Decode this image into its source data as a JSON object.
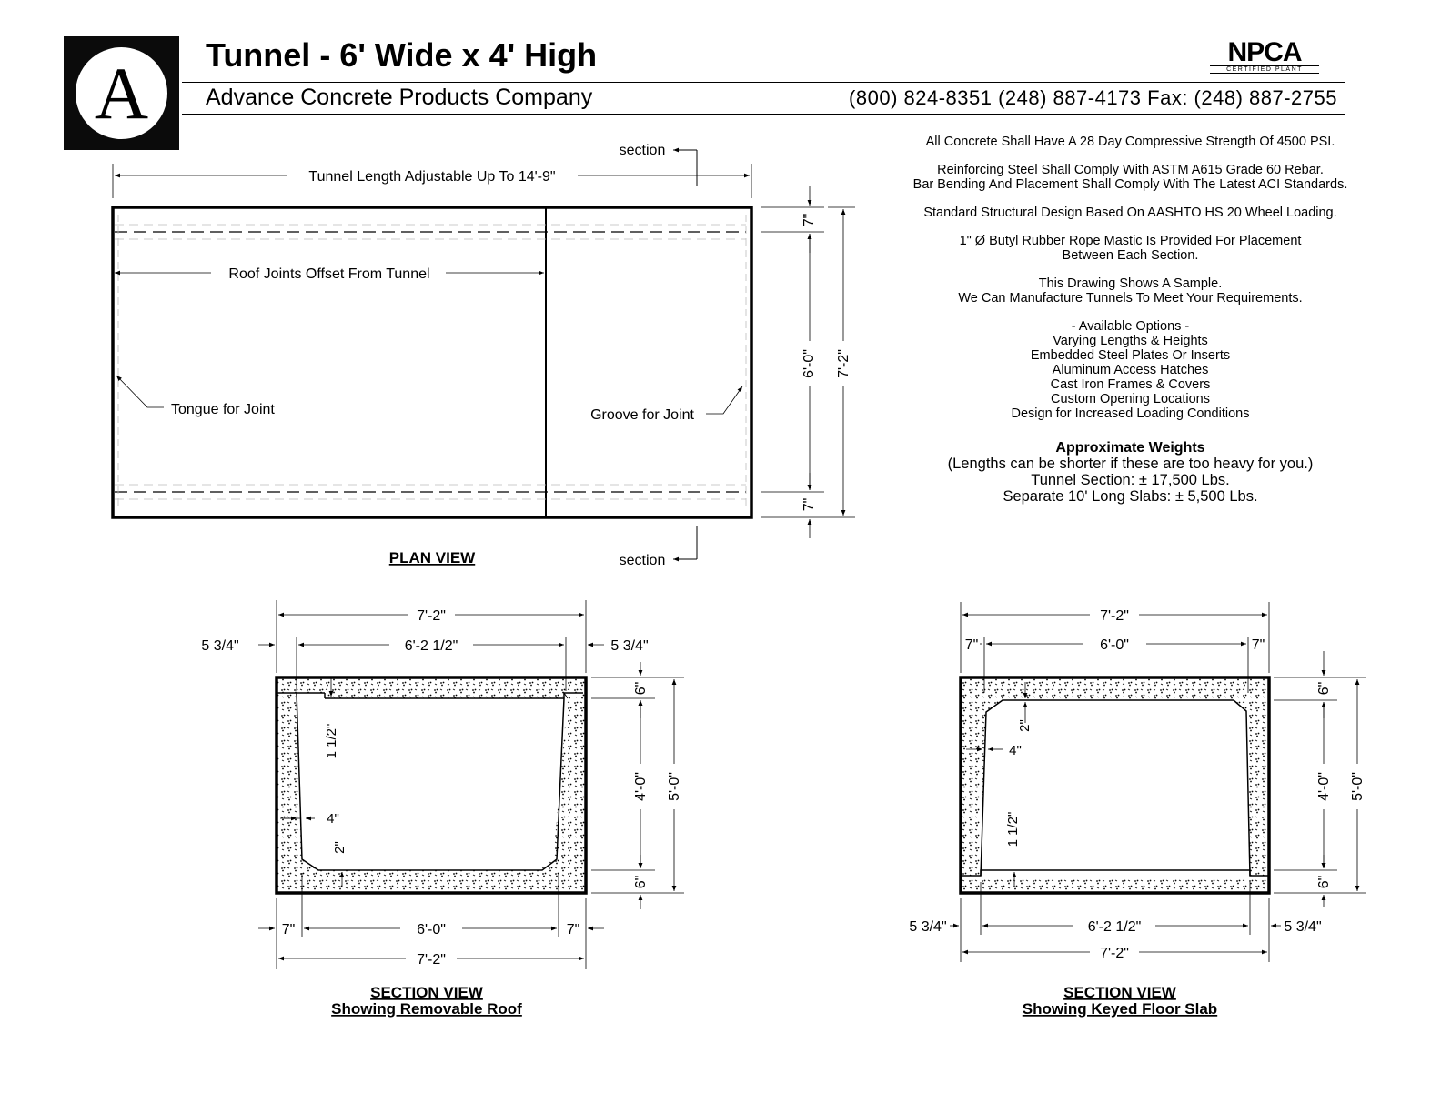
{
  "header": {
    "logo_letter": "A",
    "title": "Tunnel - 6' Wide x 4' High",
    "company": "Advance Concrete Products Company",
    "phones": "(800) 824-8351  (248) 887-4173  Fax: (248) 887-2755",
    "cert_logo": "NPCA",
    "cert_sub": "CERTIFIED PLANT"
  },
  "notes": {
    "line1": "All Concrete Shall Have A 28 Day Compressive Strength Of 4500 PSI.",
    "line2": "Reinforcing Steel Shall Comply With ASTM A615 Grade 60 Rebar.",
    "line3": "Bar Bending And Placement Shall Comply With The Latest ACI Standards.",
    "line4": "Standard Structural Design Based On AASHTO HS 20 Wheel Loading.",
    "line5": "1\" Ø Butyl Rubber Rope Mastic Is Provided For Placement",
    "line6": "Between Each Section.",
    "line7": "This Drawing Shows A Sample.",
    "line8": "We Can Manufacture Tunnels To Meet Your Requirements.",
    "options_title": "- Available Options -",
    "options": [
      "Varying Lengths & Heights",
      "Embedded Steel Plates Or Inserts",
      "Aluminum Access Hatches",
      "Cast Iron Frames & Covers",
      "Custom Opening Locations",
      "Design for Increased Loading Conditions"
    ],
    "weights_title": "Approximate Weights",
    "weights_note": "(Lengths can be shorter if these are too heavy for you.)",
    "weight_tunnel": "Tunnel Section: ± 17,500 Lbs.",
    "weight_slabs": "Separate 10' Long Slabs: ±  5,500 Lbs."
  },
  "plan_view": {
    "caption": "PLAN VIEW",
    "section_top": "section",
    "section_bottom": "section",
    "length_label": "Tunnel Length Adjustable Up To 14'-9\"",
    "roof_joints_label": "Roof Joints Offset From Tunnel",
    "tongue_label": "Tongue for Joint",
    "groove_label": "Groove for Joint",
    "dim_top_wall": "7\"",
    "dim_inner": "6'-0\"",
    "dim_bottom_wall": "7\"",
    "dim_overall": "7'-2\""
  },
  "section_left": {
    "caption1": "SECTION VIEW",
    "caption2": "Showing Removable Roof",
    "dim_overall_top": "7'-2\"",
    "dim_inner_top": "6'-2 1/2\"",
    "dim_left_top": "5 3/4\"",
    "dim_right_top": "5 3/4\"",
    "dim_inner_bottom": "6'-0\"",
    "dim_left_bottom": "7\"",
    "dim_right_bottom": "7\"",
    "dim_overall_bottom": "7'-2\"",
    "dim_roof": "6\"",
    "dim_height_inner": "4'-0\"",
    "dim_floor": "6\"",
    "dim_height_overall": "5'-0\"",
    "dim_key_depth": "1 1/2\"",
    "dim_taper": "4\"",
    "dim_chamfer": "2\""
  },
  "section_right": {
    "caption1": "SECTION VIEW",
    "caption2": "Showing Keyed Floor Slab",
    "dim_overall_top": "7'-2\"",
    "dim_inner_top": "6'-0\"",
    "dim_left_top": "7\"",
    "dim_right_top": "7\"",
    "dim_inner_bottom": "6'-2 1/2\"",
    "dim_left_bottom": "5 3/4\"",
    "dim_right_bottom": "5 3/4\"",
    "dim_overall_bottom": "7'-2\"",
    "dim_roof": "6\"",
    "dim_height_inner": "4'-0\"",
    "dim_floor": "6\"",
    "dim_height_overall": "5'-0\"",
    "dim_chamfer": "2\"",
    "dim_taper": "4\"",
    "dim_key_depth": "1 1/2\""
  }
}
